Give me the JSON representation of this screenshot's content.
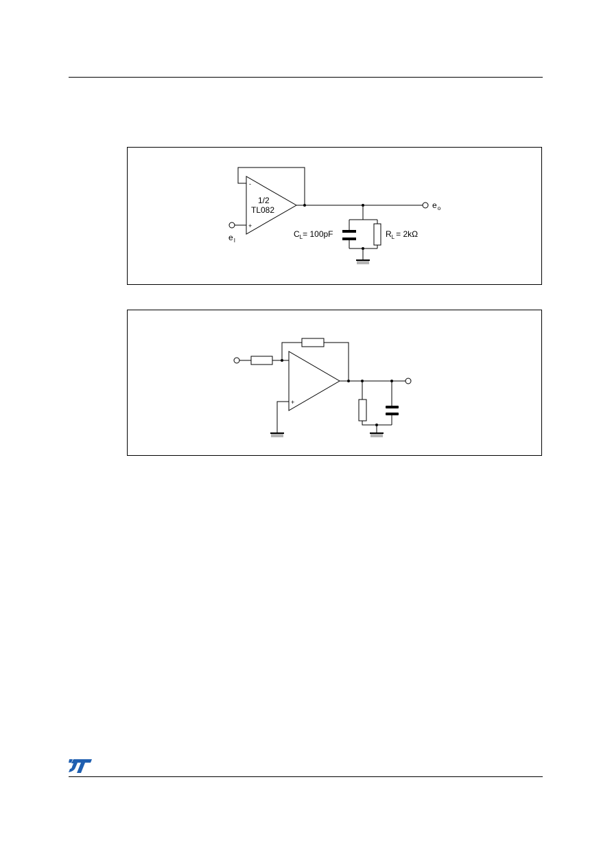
{
  "figure1": {
    "opamp_label_line1": "1/2",
    "opamp_label_line2": "TL082",
    "pin_minus": "-",
    "pin_plus": "+",
    "input_label": "e",
    "input_label_sub": "I",
    "output_label": "e",
    "output_label_sub": "o",
    "cap_label": "C",
    "cap_label_sub": "L",
    "cap_value": "= 100pF",
    "res_label": "R",
    "res_label_sub": "L",
    "res_value": "= 2kΩ"
  },
  "figure2": {
    "pin_plus": "+"
  },
  "footer": {
    "logo_icon": "st-logo-icon",
    "logo_color": "#1f5fb0"
  }
}
